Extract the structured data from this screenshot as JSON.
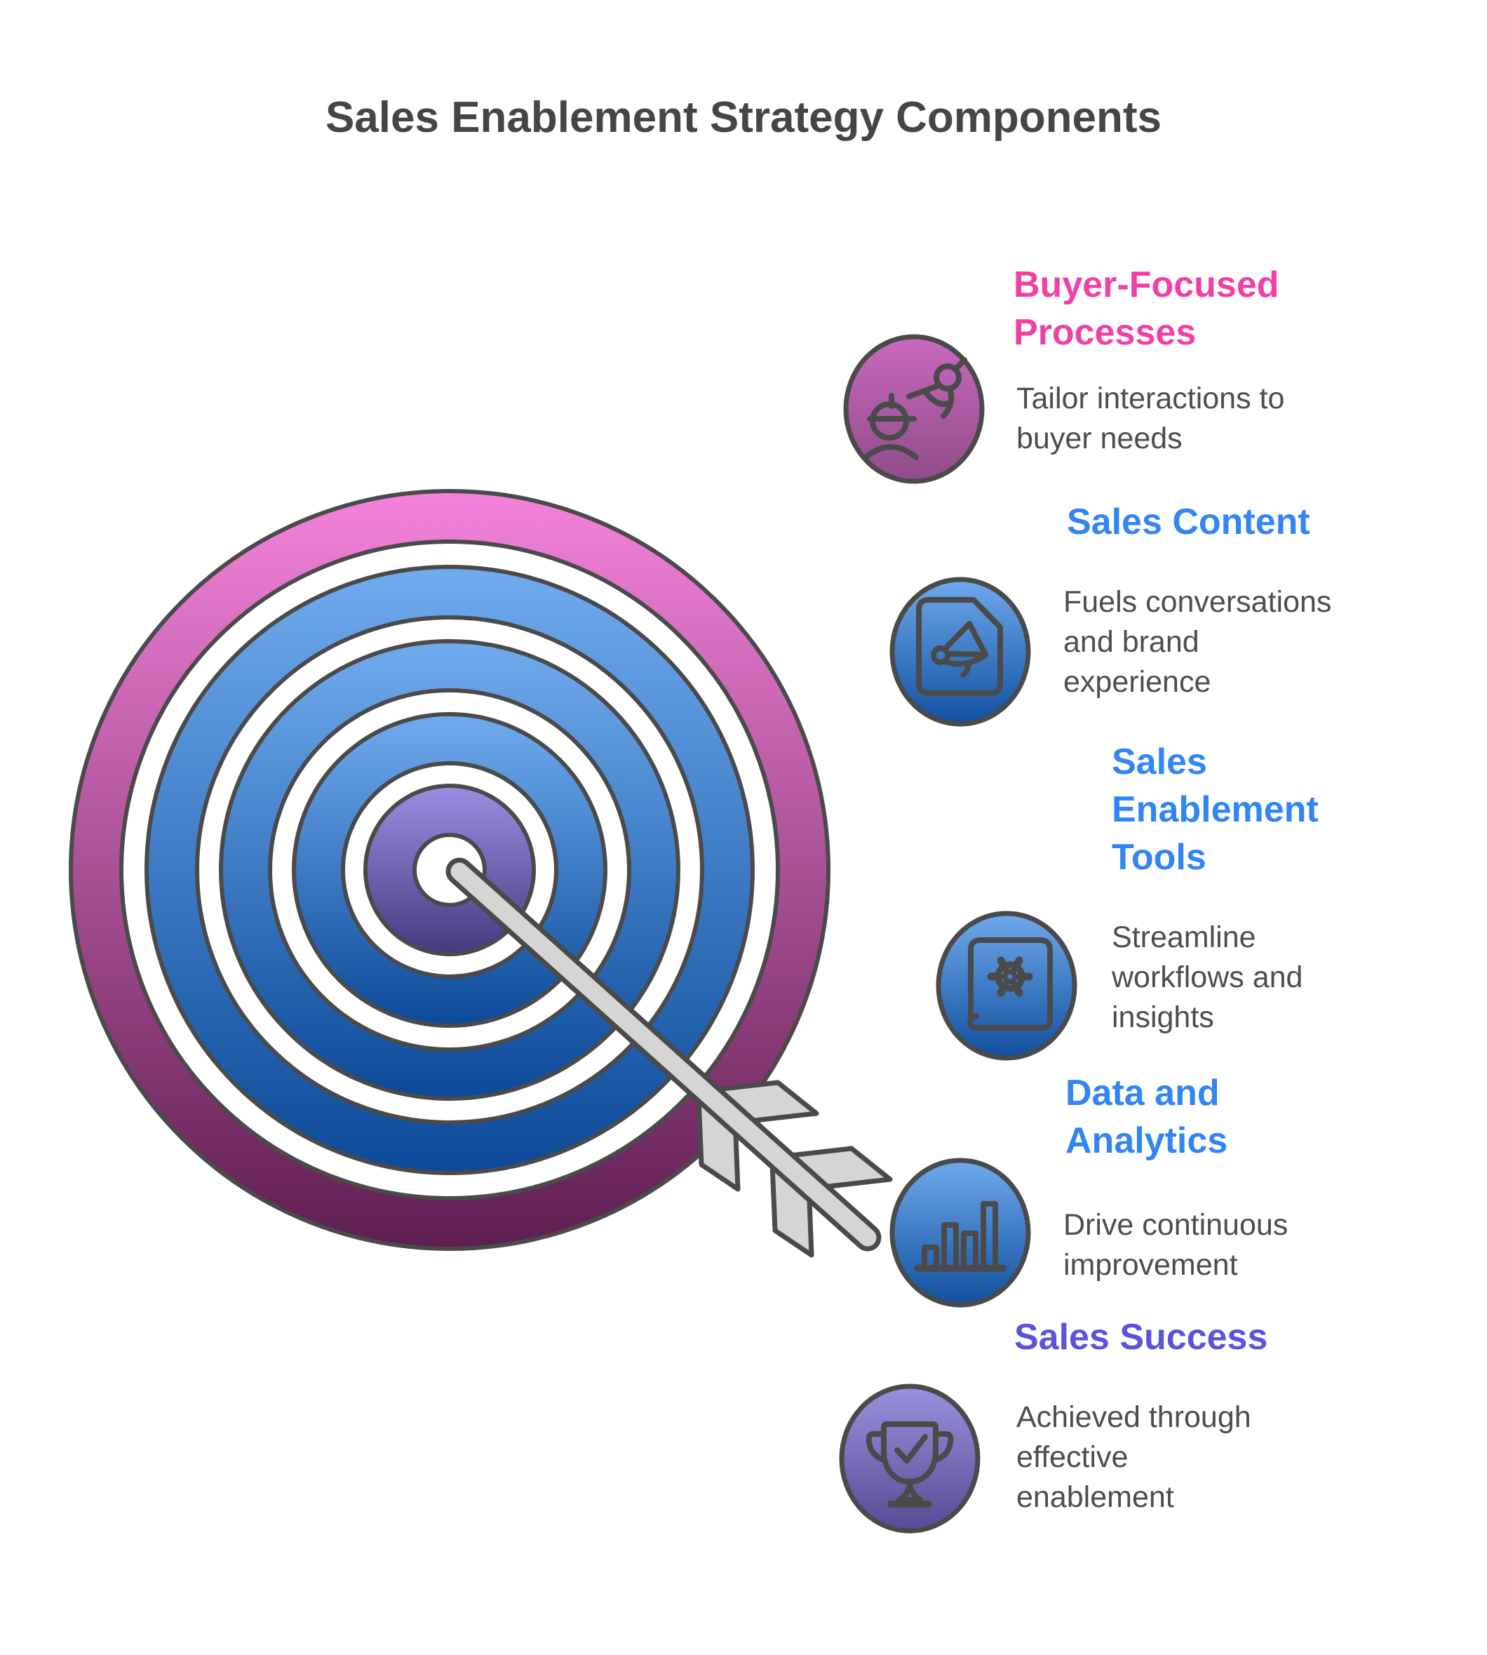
{
  "title": "Sales Enablement Strategy Components",
  "items": [
    {
      "id": "buyer-focused-processes",
      "heading": "Buyer-Focused Processes",
      "heading_color": "#F23FA5",
      "description": "Tailor interactions to buyer needs",
      "icon": "engineer-compass-icon",
      "icon_gradient": "grad-icon-pink"
    },
    {
      "id": "sales-content",
      "heading": "Sales Content",
      "heading_color": "#3285F5",
      "description": "Fuels conversations and brand experience",
      "icon": "document-megaphone-icon",
      "icon_gradient": "grad-icon-blue"
    },
    {
      "id": "sales-enablement-tools",
      "heading": "Sales Enablement Tools",
      "heading_color": "#3285F5",
      "description": "Streamline workflows and insights",
      "icon": "book-gear-icon",
      "icon_gradient": "grad-icon-blue"
    },
    {
      "id": "data-and-analytics",
      "heading": "Data and Analytics",
      "heading_color": "#3285F5",
      "description": "Drive continuous improvement",
      "icon": "bar-chart-icon",
      "icon_gradient": "grad-icon-blue"
    },
    {
      "id": "sales-success",
      "heading": "Sales Success",
      "heading_color": "#5C52E0",
      "description": "Achieved through effective enablement",
      "icon": "trophy-check-icon",
      "icon_gradient": "grad-icon-purple"
    }
  ],
  "colors": {
    "title_text": "#454545",
    "body_text": "#4D4D4D",
    "outline": "#4A4A4A",
    "arrow_fill": "#D5D5D5"
  },
  "gradients": {
    "grad-ring-pink": [
      "#F483DB",
      "#5E1E50"
    ],
    "grad-ring-blue": [
      "#70ABEE",
      "#0C4A99"
    ],
    "grad-disc-purple": [
      "#9D8DE2",
      "#463A7E"
    ],
    "grad-icon-pink": [
      "#C969BE",
      "#8F4C89"
    ],
    "grad-icon-blue": [
      "#6FA9EC",
      "#11509F"
    ],
    "grad-icon-purple": [
      "#9A91DD",
      "#564B94"
    ]
  }
}
